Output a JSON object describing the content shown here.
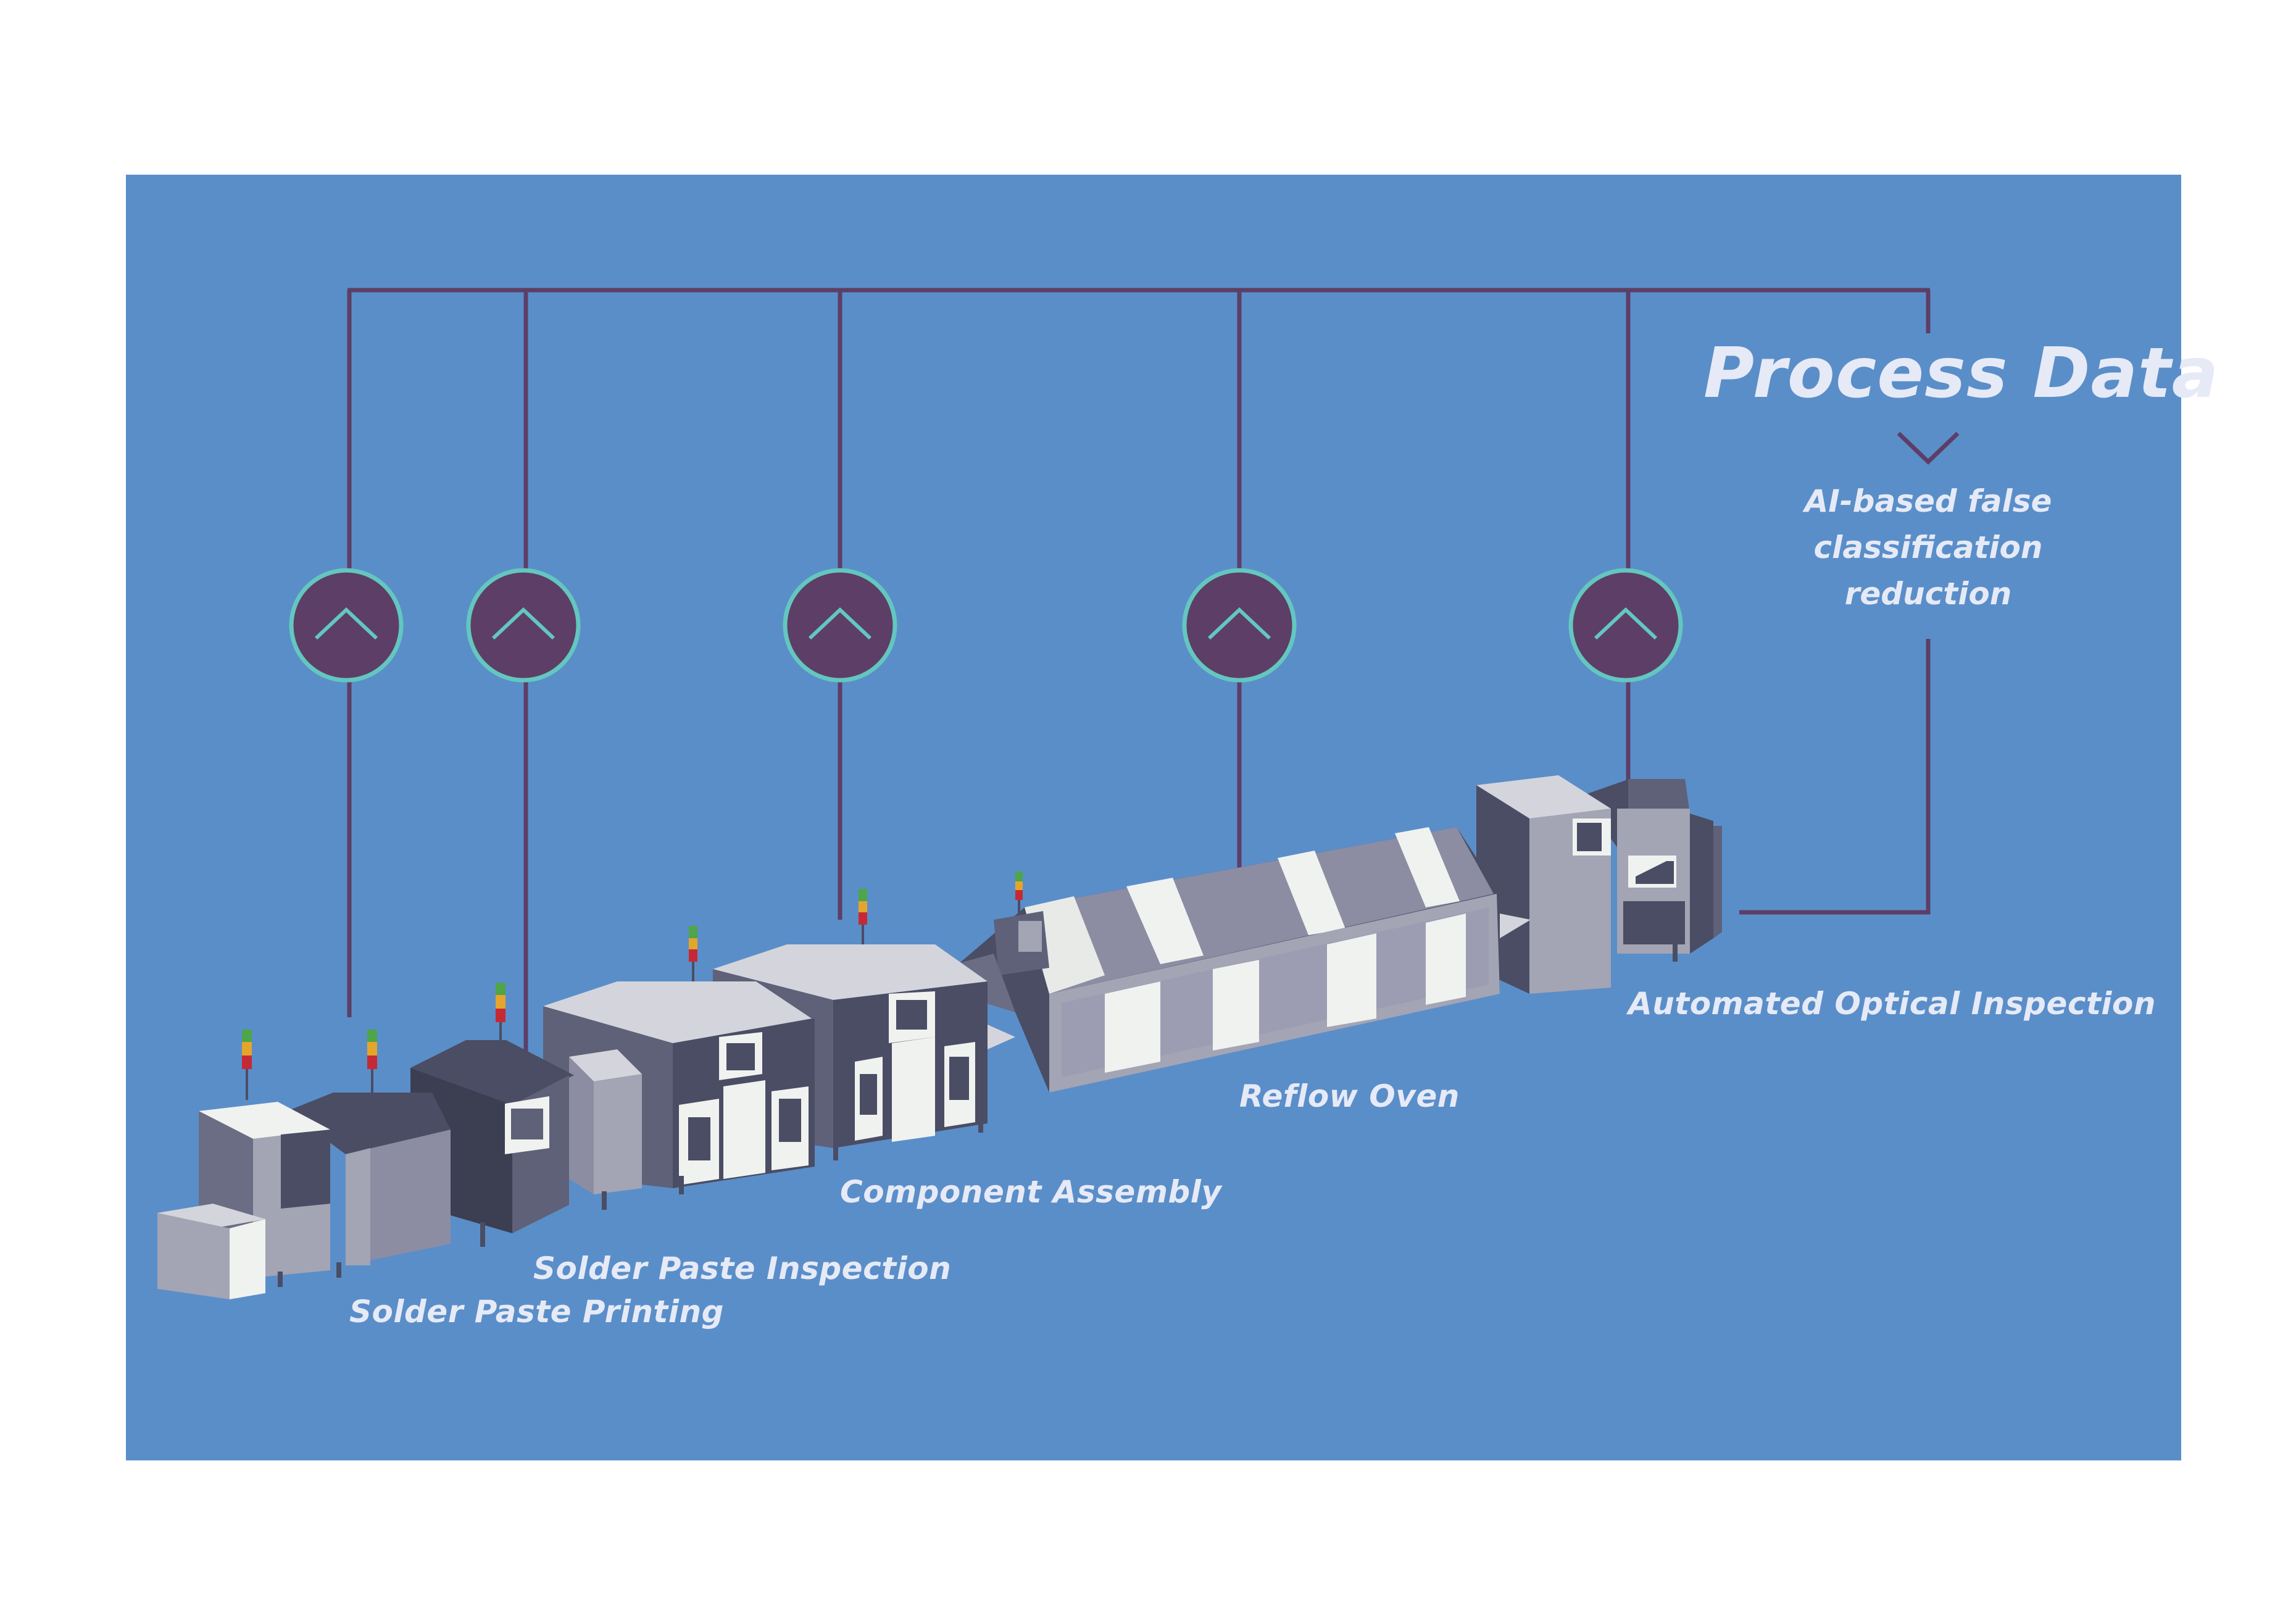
{
  "title": "Process Data",
  "note_lines": [
    "AI-based false",
    "classification",
    "reduction"
  ],
  "stages": [
    {
      "key": "solder-paste-printing",
      "label": "Solder Paste Printing"
    },
    {
      "key": "solder-paste-inspection",
      "label": "Solder Paste Inspection"
    },
    {
      "key": "component-assembly",
      "label": "Component Assembly"
    },
    {
      "key": "reflow-oven",
      "label": "Reflow Oven"
    },
    {
      "key": "automated-optical-inspection",
      "label": "Automated Optical Inspection"
    }
  ],
  "icons": {
    "node": "chevron-up-icon",
    "flow": "chevron-down-icon",
    "signal": "signal-tower-icon"
  },
  "colors": {
    "background_panel": "#5a8ec9",
    "connector": "#5d3e66",
    "node_fill": "#5d3e66",
    "node_ring": "#63c7bf",
    "label": "#e6eaf6",
    "signal_green": "#4ea54a",
    "signal_amber": "#e4a52c",
    "signal_red": "#c52a34"
  }
}
